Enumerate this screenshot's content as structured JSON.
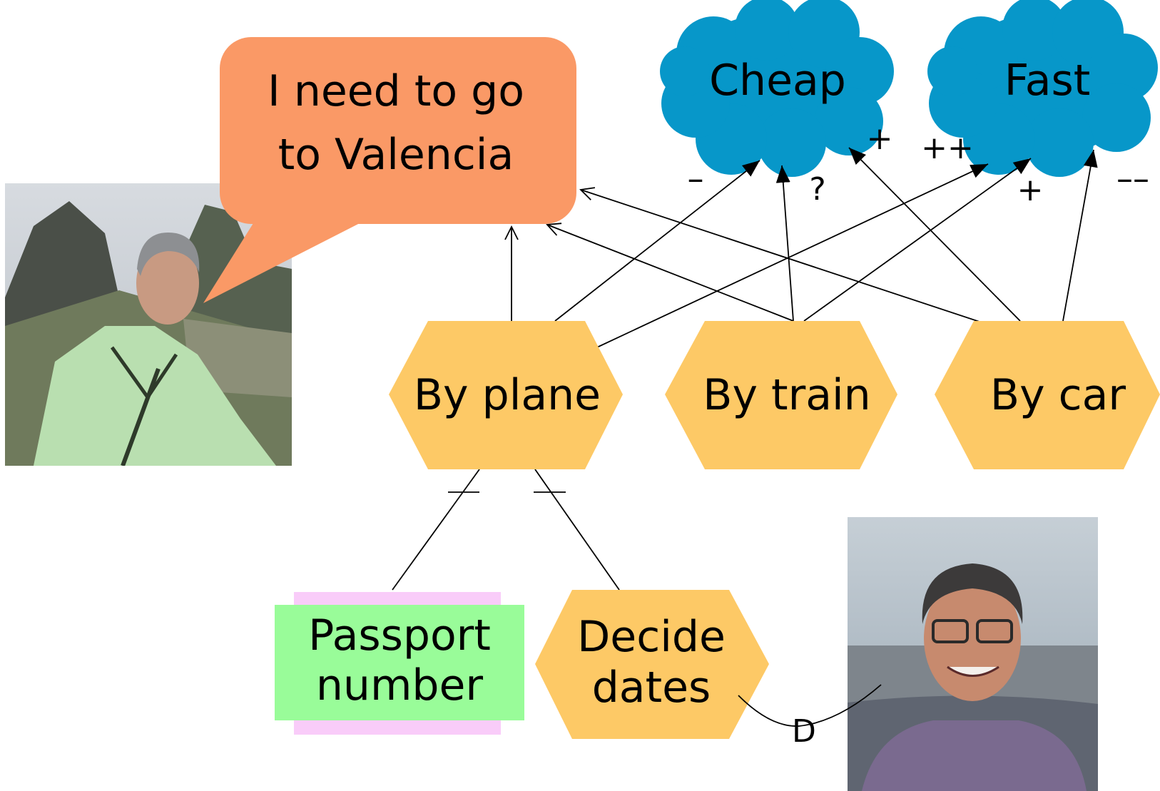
{
  "speech_bubble": {
    "line1": "I need to go",
    "line2": "to Valencia"
  },
  "softgoals": {
    "cheap": "Cheap",
    "fast": "Fast"
  },
  "tasks": {
    "by_plane": "By plane",
    "by_train": "By train",
    "by_car": "By car",
    "decide_dates_line1": "Decide",
    "decide_dates_line2": "dates"
  },
  "resource": {
    "line1": "Passport",
    "line2": "number"
  },
  "contributions": {
    "plane_cheap": "–",
    "train_cheap": "?",
    "car_cheap": "+",
    "plane_fast": "++",
    "train_fast": "+",
    "car_fast": "––"
  },
  "dependency": {
    "label": "D"
  },
  "photos": {
    "left_person": "person-photo",
    "right_person": "person-photo"
  },
  "colors": {
    "bubble": "#FA9966",
    "cloud": "#0797C9",
    "task": "#FDC966",
    "resource_front": "#99FC99",
    "resource_back": "#F9CCF9"
  }
}
